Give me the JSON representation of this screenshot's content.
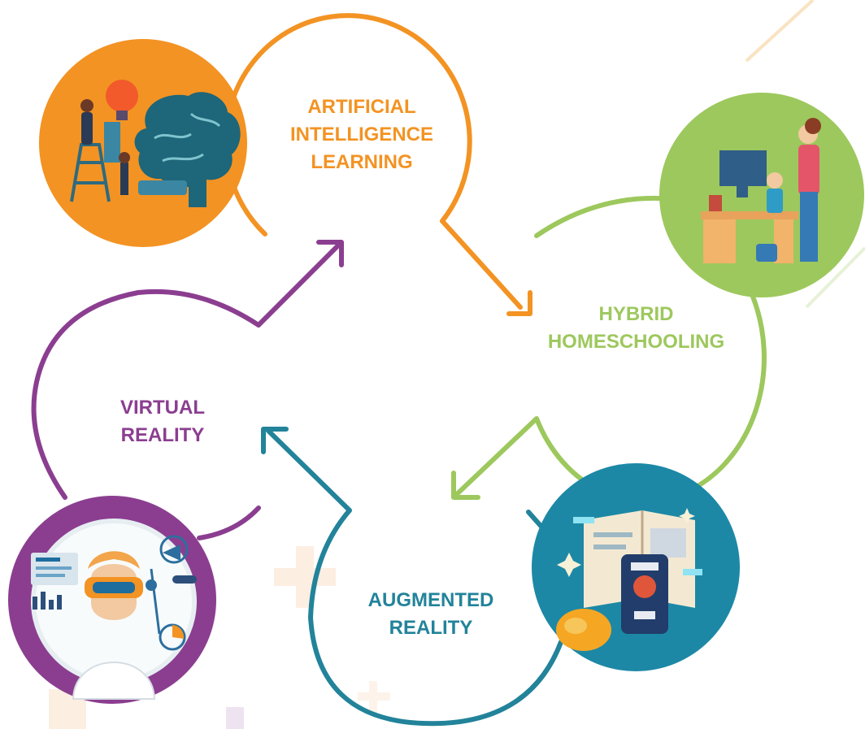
{
  "stages": [
    {
      "id": "ai",
      "lines": [
        "ARTIFICIAL",
        "INTELLIGENCE",
        "LEARNING"
      ],
      "color": "#F39323",
      "icon": "brain-lightbulb-illustration-icon"
    },
    {
      "id": "hybrid",
      "lines": [
        "HYBRID",
        "HOMESCHOOLING"
      ],
      "color": "#9DC85D",
      "icon": "parent-child-desk-illustration-icon"
    },
    {
      "id": "ar",
      "lines": [
        "AUGMENTED",
        "REALITY"
      ],
      "color": "#22839A",
      "icon": "book-phone-planet-illustration-icon"
    },
    {
      "id": "vr",
      "lines": [
        "VIRTUAL",
        "REALITY"
      ],
      "color": "#8B3E90",
      "icon": "vr-headset-boy-illustration-icon"
    }
  ],
  "colors": {
    "ai": "#F39323",
    "hybrid": "#9DC85D",
    "ar": "#22839A",
    "vr": "#8B3E90",
    "deco_peach": "#FDEEE2",
    "deco_lilac": "#EEE3F1"
  }
}
